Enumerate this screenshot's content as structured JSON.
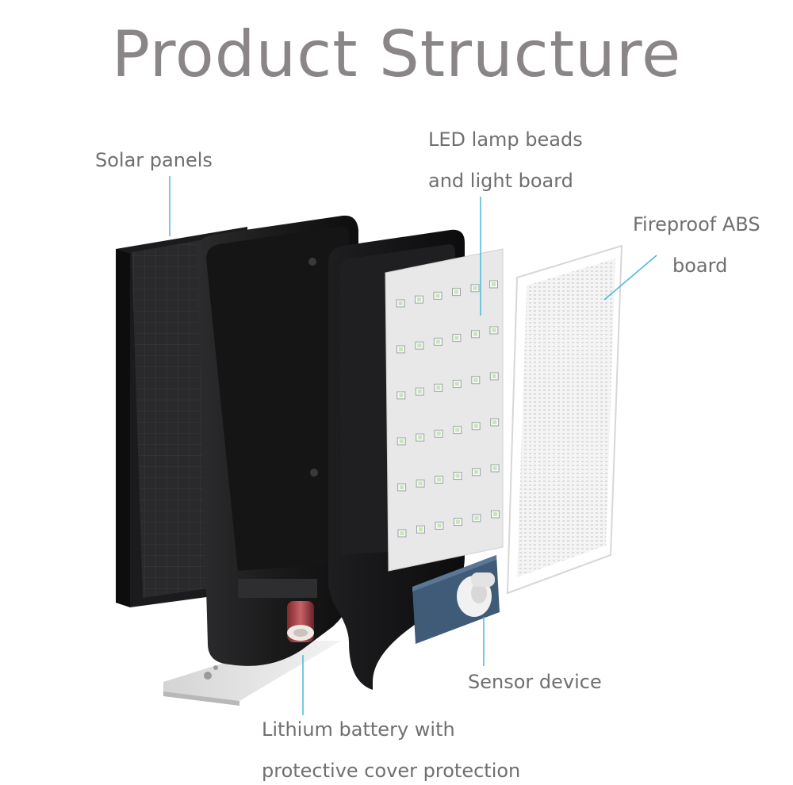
{
  "title": "Product Structure",
  "labels": {
    "solar": "Solar panels",
    "led_line1": "LED lamp beads",
    "led_line2": "and light board",
    "abs_line1": "Fireproof  ABS",
    "abs_line2": "board",
    "sensor": "Sensor device",
    "battery_line1": "Lithium battery with",
    "battery_line2": "protective cover protection"
  },
  "colors": {
    "leader_line": "#4ab7d8",
    "label_text": "#6f6f6f",
    "title_text": "#8a8587"
  }
}
